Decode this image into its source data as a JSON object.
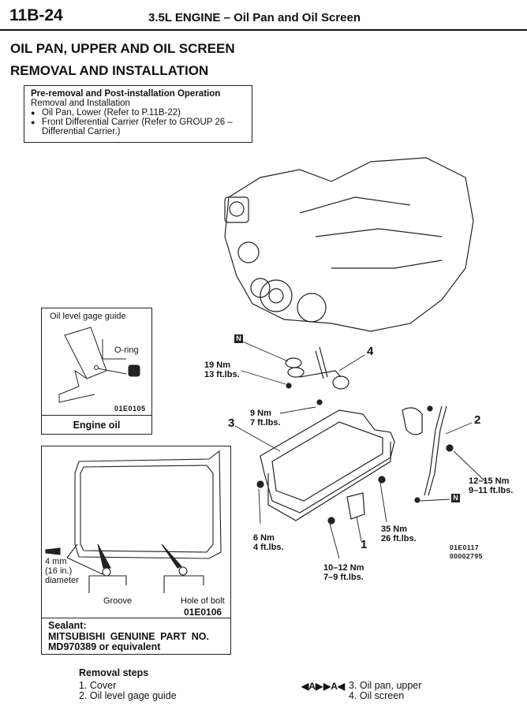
{
  "header": {
    "page_number": "11B-24",
    "title": "3.5L ENGINE – Oil Pan and Oil Screen"
  },
  "headings": [
    "OIL PAN, UPPER AND OIL SCREEN",
    "REMOVAL AND INSTALLATION"
  ],
  "pre_op": {
    "title": "Pre-removal and Post-installation Operation",
    "subtitle": "Removal and Installation",
    "items": [
      "Oil Pan, Lower (Refer to P.11B-22)",
      "Front Differential Carrier (Refer to GROUP 26 – Differential Carrier.)"
    ]
  },
  "inset_gage": {
    "label_guide": "Oil level gage guide",
    "label_oring": "O-ring",
    "code": "01E0105",
    "footer": "Engine oil"
  },
  "inset_sealant": {
    "bead": "4 mm",
    "bead_in": "(16 in.)",
    "bead_dia": "diameter",
    "groove": "Groove",
    "hole": "Hole of bolt",
    "code": "01E0106",
    "footer_title": "Sealant:",
    "footer_line1": "MITSUBISHI GENUINE PART NO.",
    "footer_line2": "MD970389 or equivalent"
  },
  "diagram": {
    "new_part_mark": "N",
    "callouts": [
      "1",
      "2",
      "3",
      "4"
    ],
    "torques": [
      {
        "nm": "19 Nm",
        "ft": "13 ft.lbs."
      },
      {
        "nm": "9 Nm",
        "ft": "7 ft.lbs."
      },
      {
        "nm": "12–15 Nm",
        "ft": "9–11 ft.lbs."
      },
      {
        "nm": "6 Nm",
        "ft": "4 ft.lbs."
      },
      {
        "nm": "35 Nm",
        "ft": "26 ft.lbs."
      },
      {
        "nm": "10–12 Nm",
        "ft": "7–9 ft.lbs."
      }
    ],
    "code1": "01E0117",
    "code2": "00002795"
  },
  "removal": {
    "title": "Removal steps",
    "steps": [
      "1. Cover",
      "2. Oil level gage guide",
      "3. Oil pan, upper",
      "4. Oil screen"
    ],
    "marks": [
      "◀A▶",
      "▶A◀"
    ]
  }
}
